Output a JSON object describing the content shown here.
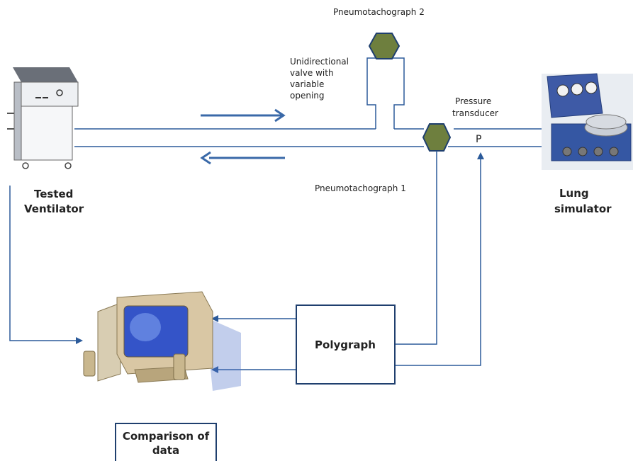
{
  "labels": {
    "pneumotachograph_2": "Pneumotachograph 2",
    "valve_line1": "Unidirectional",
    "valve_line2": "valve with",
    "valve_line3": "variable",
    "valve_line4": "opening",
    "pressure_line1": "Pressure",
    "pressure_line2": "transducer",
    "pressure_symbol": "P",
    "pneumotachograph_1": "Pneumotachograph 1",
    "ventilator_line1": "Tested",
    "ventilator_line2": "Ventilator",
    "lung_line1": "Lung",
    "lung_line2": "simulator",
    "polygraph": "Polygraph",
    "comparison_line1": "Comparison of",
    "comparison_line2": "data"
  },
  "colors": {
    "line": "#2b5a9a",
    "arrow": "#3a69a8",
    "hexagon_fill": "#6e7f3e",
    "box_border": "#1f3f6e"
  }
}
